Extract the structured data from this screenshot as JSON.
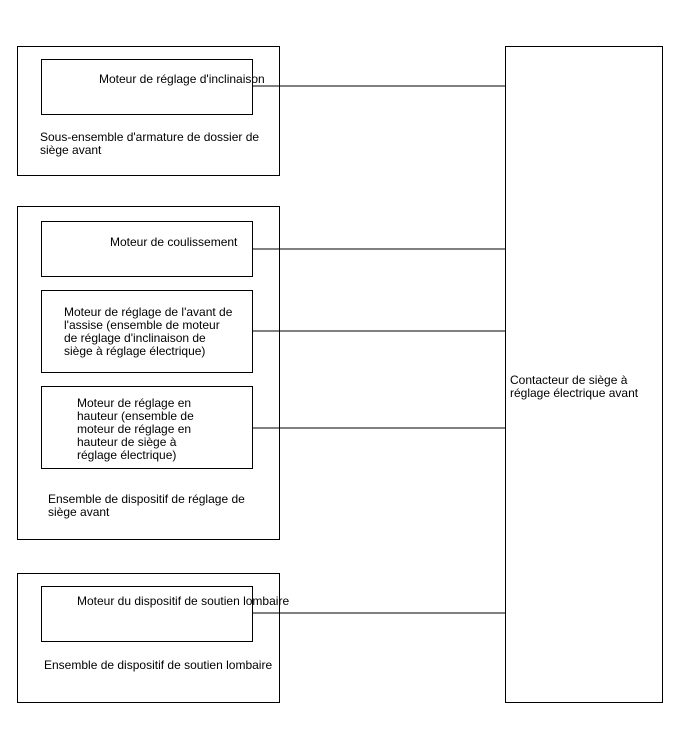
{
  "groups": {
    "seatback": {
      "label": "Sous-ensemble d'armature de dossier de siège avant"
    },
    "front_seat": {
      "label": "Ensemble de dispositif de réglage de siège avant"
    },
    "lumbar": {
      "label": "Ensemble de dispositif de soutien lombaire"
    }
  },
  "components": {
    "recline_motor": "Moteur de réglage d'inclinaison",
    "slide_motor": "Moteur de coulissement",
    "front_vertical_motor": "Moteur de réglage de l'avant de l'assise (ensemble de moteur de réglage d'inclinaison de siège à réglage électrique)",
    "height_motor": "Moteur de réglage en hauteur (ensemble de moteur de réglage en hauteur de siège à réglage électrique)",
    "lumbar_motor": "Moteur du dispositif de soutien lombaire"
  },
  "switch": {
    "label": "Contacteur de siège à réglage électrique avant"
  }
}
